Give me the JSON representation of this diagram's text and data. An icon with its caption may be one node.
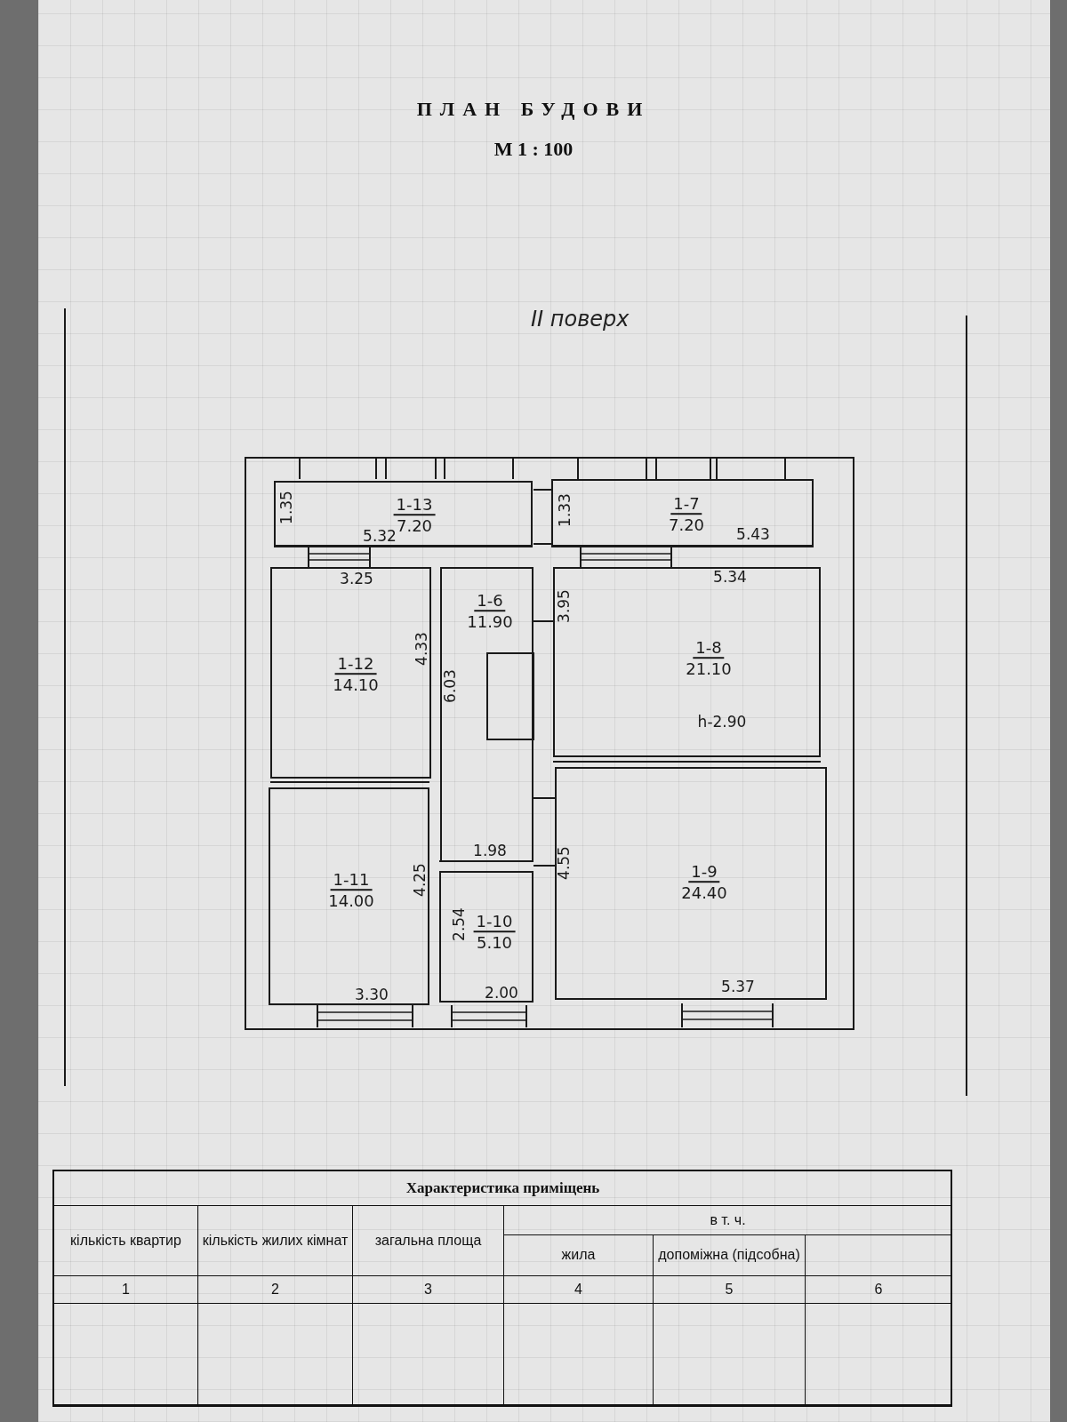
{
  "diagram": {
    "title": "ПЛАН БУДОВИ",
    "nodes": [
      {
        "text": [
          "1-13",
          "7.20"
        ]
      },
      {
        "text": [
          "1-7",
          "7.20"
        ]
      },
      {
        "text": [
          "1-12",
          "14.10"
        ]
      },
      {
        "text": [
          "1-6",
          "11.90"
        ]
      },
      {
        "text": [
          "1-8",
          "21.10"
        ]
      },
      {
        "text": [
          "1-11",
          "14.00"
        ]
      },
      {
        "text": [
          "1-10",
          "5.10"
        ]
      },
      {
        "text": [
          "1-9",
          "24.40"
        ]
      }
    ],
    "edges": [],
    "labels": [
      "М 1 : 100",
      "II поверх",
      "1.35",
      "5.32",
      "1.33",
      "5.43",
      "3.25",
      "5.34",
      "3.95",
      "4.33",
      "6.03",
      "h-2.90",
      "1.98",
      "4.25",
      "4.55",
      "2.54",
      "3.30",
      "2.00",
      "5.37",
      "Характеристика приміщень",
      "кількість квартир",
      "кількість жилих кімнат",
      "загальна площа",
      "в т. ч.",
      "жила",
      "допоміжна (підсобна)",
      "1",
      "2",
      "3",
      "4",
      "5",
      "6"
    ]
  }
}
